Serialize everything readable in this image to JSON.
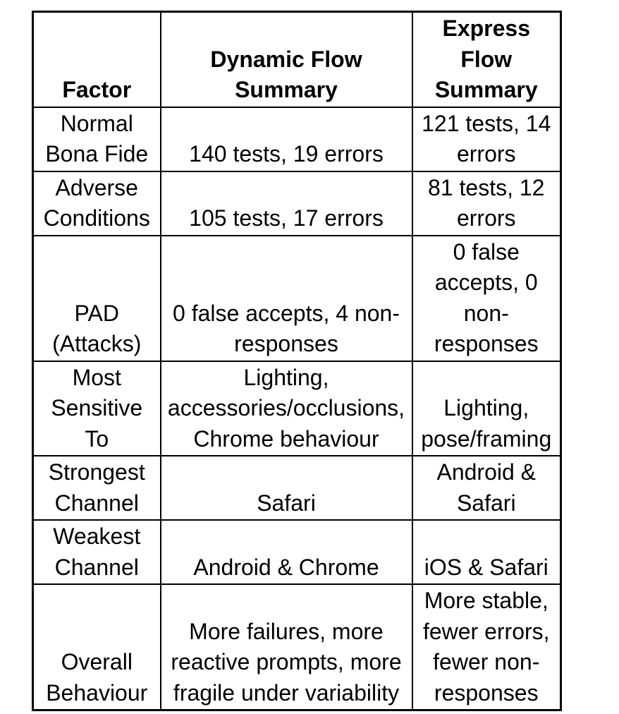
{
  "table": {
    "header": {
      "factor": "Factor",
      "dynamic": "Dynamic Flow Summary",
      "express": "Express Flow Summary"
    },
    "rows": [
      {
        "factor": "Normal Bona Fide",
        "dynamic": "140 tests, 19 errors",
        "express": "121 tests, 14 errors"
      },
      {
        "factor": "Adverse Conditions",
        "dynamic": "105 tests, 17 errors",
        "express": "81 tests, 12 errors"
      },
      {
        "factor": "PAD (Attacks)",
        "dynamic": "0 false accepts, 4 non-responses",
        "express": "0 false accepts, 0 non-responses"
      },
      {
        "factor": "Most Sensitive To",
        "dynamic": "Lighting, accessories/occlusions, Chrome behaviour",
        "express": "Lighting, pose/framing"
      },
      {
        "factor": "Strongest Channel",
        "dynamic": "Safari",
        "express": "Android & Safari"
      },
      {
        "factor": "Weakest Channel",
        "dynamic": "Android & Chrome",
        "express": "iOS & Safari"
      },
      {
        "factor": "Overall Behaviour",
        "dynamic": "More failures, more reactive prompts, more fragile under variability",
        "express": "More stable, fewer errors, fewer non-responses"
      }
    ]
  }
}
